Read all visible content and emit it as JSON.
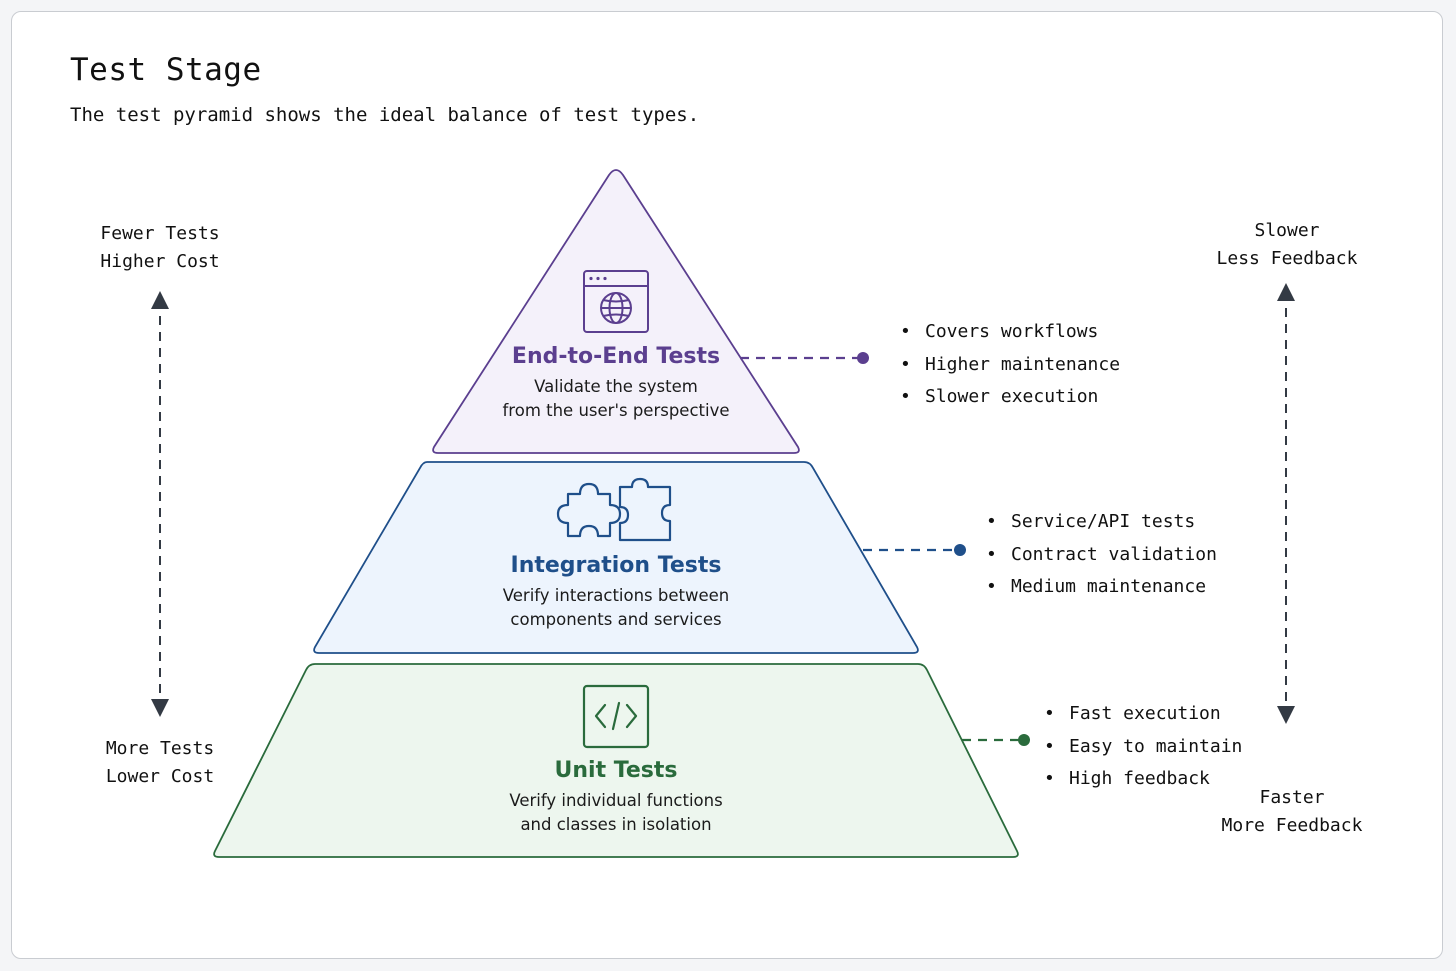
{
  "title": "Test Stage",
  "subtitle": "The test pyramid shows the ideal balance of test types.",
  "left_axis": {
    "top": [
      "Fewer Tests",
      "Higher Cost"
    ],
    "bottom": [
      "More Tests",
      "Lower Cost"
    ]
  },
  "right_axis": {
    "top": [
      "Slower",
      "Less Feedback"
    ],
    "bottom": [
      "Faster",
      "More Feedback"
    ]
  },
  "tiers": [
    {
      "name": "End-to-End Tests",
      "icon": "browser-globe-icon",
      "description": [
        "Validate the system",
        "from the user's perspective"
      ],
      "color": "#5b3f8f",
      "fill": "#f4f1fa",
      "bullets": [
        "Covers workflows",
        "Higher maintenance",
        "Slower execution"
      ]
    },
    {
      "name": "Integration Tests",
      "icon": "puzzle-pieces-icon",
      "description": [
        "Verify interactions between",
        "components and services"
      ],
      "color": "#1f4f8a",
      "fill": "#edf4fd",
      "bullets": [
        "Service/API tests",
        "Contract validation",
        "Medium maintenance"
      ]
    },
    {
      "name": "Unit Tests",
      "icon": "code-brackets-icon",
      "description": [
        "Verify individual functions",
        "and classes in isolation"
      ],
      "color": "#2a6b3c",
      "fill": "#edf6ee",
      "bullets": [
        "Fast execution",
        "Easy to maintain",
        "High feedback"
      ]
    }
  ],
  "colors": {
    "axis_arrow": "#333a44",
    "card_border": "#c9ccd1"
  }
}
